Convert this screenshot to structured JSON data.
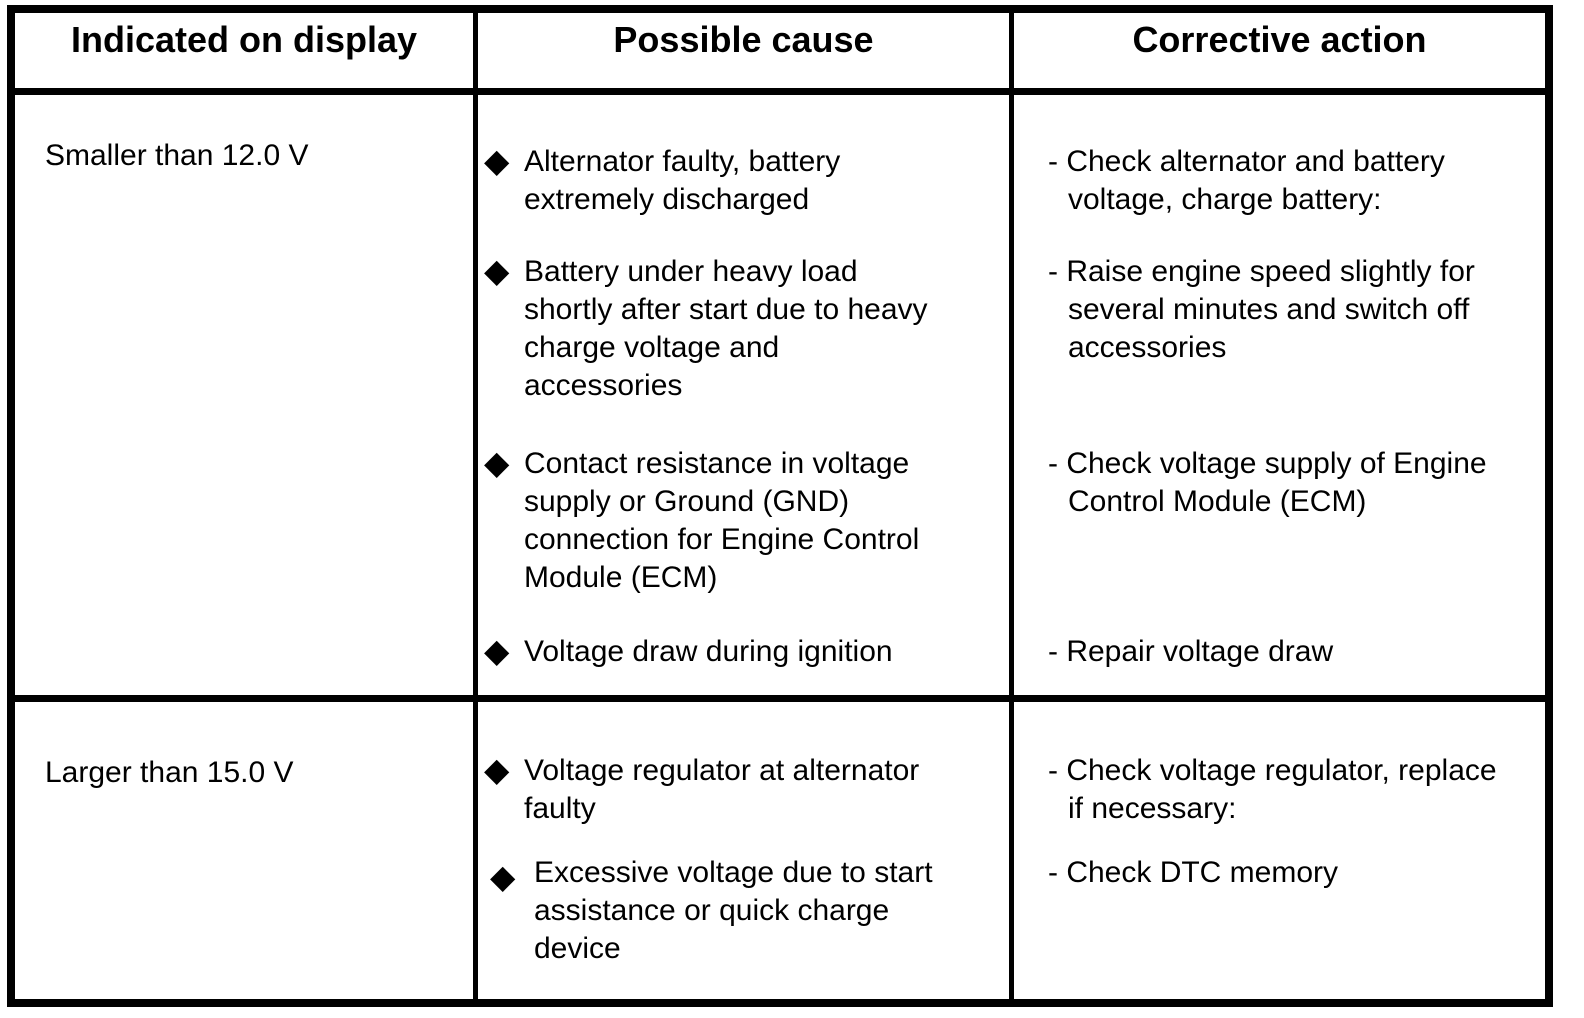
{
  "table": {
    "bullet": "◆",
    "headers": {
      "indicated": "Indicated on display",
      "cause": "Possible cause",
      "action": "Corrective action"
    },
    "rows": [
      {
        "indicated": "Smaller than 12.0 V",
        "causes": [
          "Alternator faulty, battery\nextremely discharged",
          "Battery under heavy load\nshortly after start due to heavy\ncharge voltage and\naccessories",
          "Contact resistance in voltage\nsupply or Ground (GND)\nconnection for Engine Control\nModule (ECM)",
          "Voltage draw during ignition"
        ],
        "actions": [
          "- Check alternator and battery\nvoltage, charge battery:",
          "- Raise engine speed slightly for\nseveral minutes and switch off\naccessories",
          "- Check voltage supply of Engine\nControl Module (ECM)",
          "- Repair voltage draw"
        ]
      },
      {
        "indicated": "Larger than 15.0 V",
        "causes": [
          "Voltage regulator at alternator\nfaulty",
          "Excessive voltage due to start\nassistance or quick charge\ndevice"
        ],
        "actions": [
          "- Check voltage regulator, replace\nif necessary:",
          "- Check DTC memory"
        ]
      }
    ]
  }
}
